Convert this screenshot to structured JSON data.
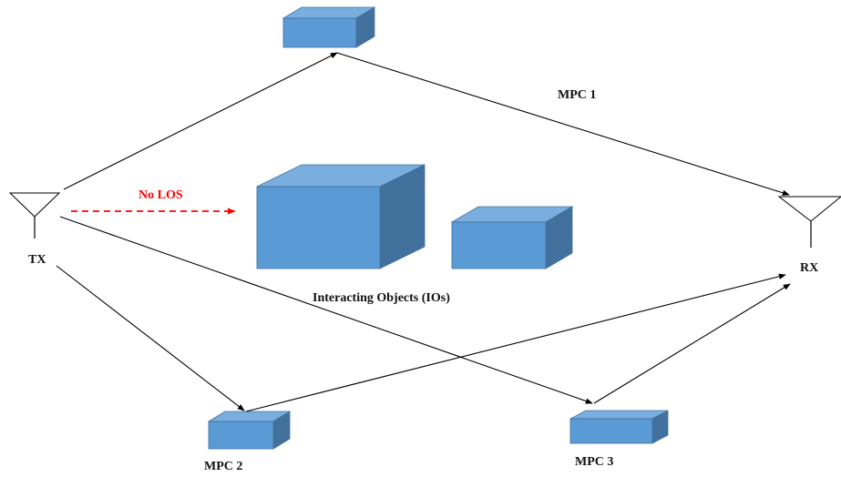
{
  "labels": {
    "tx": "TX",
    "rx": "RX",
    "mpc1": "MPC 1",
    "mpc2": "MPC 2",
    "mpc3": "MPC 3",
    "no_los": "No LOS",
    "ios": "Interacting Objects (IOs)"
  },
  "colors": {
    "box_front": "#5b9bd5",
    "box_top": "#7aaedf",
    "box_side": "#41719c",
    "box_edge": "#41719c",
    "arrow": "#000000",
    "no_los": "#ff0000"
  }
}
